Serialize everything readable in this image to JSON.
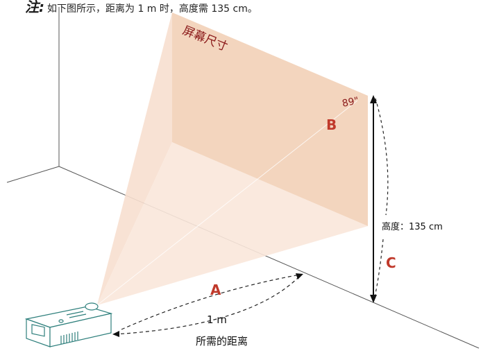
{
  "header": {
    "note_mark": "注:",
    "note_text": "如下图所示，距离为 1 m 时，高度需 135 cm。"
  },
  "diagram": {
    "screen_label": "屏幕尺寸",
    "diagonal_label": "89\"",
    "letter_a": "A",
    "letter_b": "B",
    "letter_c": "C",
    "distance_value": "1 m",
    "distance_caption": "所需的距离",
    "height_label": "高度：135 cm"
  },
  "colors": {
    "screen_fill": "#f3d5be",
    "beam_fill": "#f7dfcf",
    "label_red": "#c0392b",
    "screen_text": "#8b1a1a",
    "projector_stroke": "#2e7f7c",
    "line_color": "#444444"
  },
  "icons": {
    "projector": "projector-icon"
  }
}
